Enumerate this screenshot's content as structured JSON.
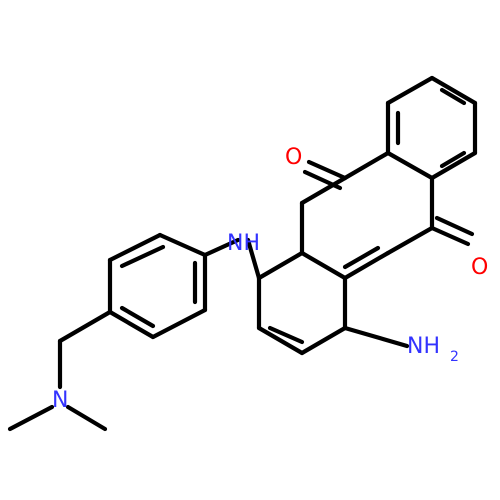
{
  "molecule": {
    "atoms": {
      "o_top": {
        "label": "O"
      },
      "o_bottom": {
        "label": "O"
      },
      "nh_bridge": {
        "label": "NH"
      },
      "nh2": {
        "label": "NH",
        "subscript": "2"
      },
      "n_dimethyl": {
        "label": "N"
      }
    }
  },
  "colors": {
    "bond": "#000000",
    "oxygen": "#ff0000",
    "nitrogen": "#3333ff",
    "background": "#ffffff"
  }
}
